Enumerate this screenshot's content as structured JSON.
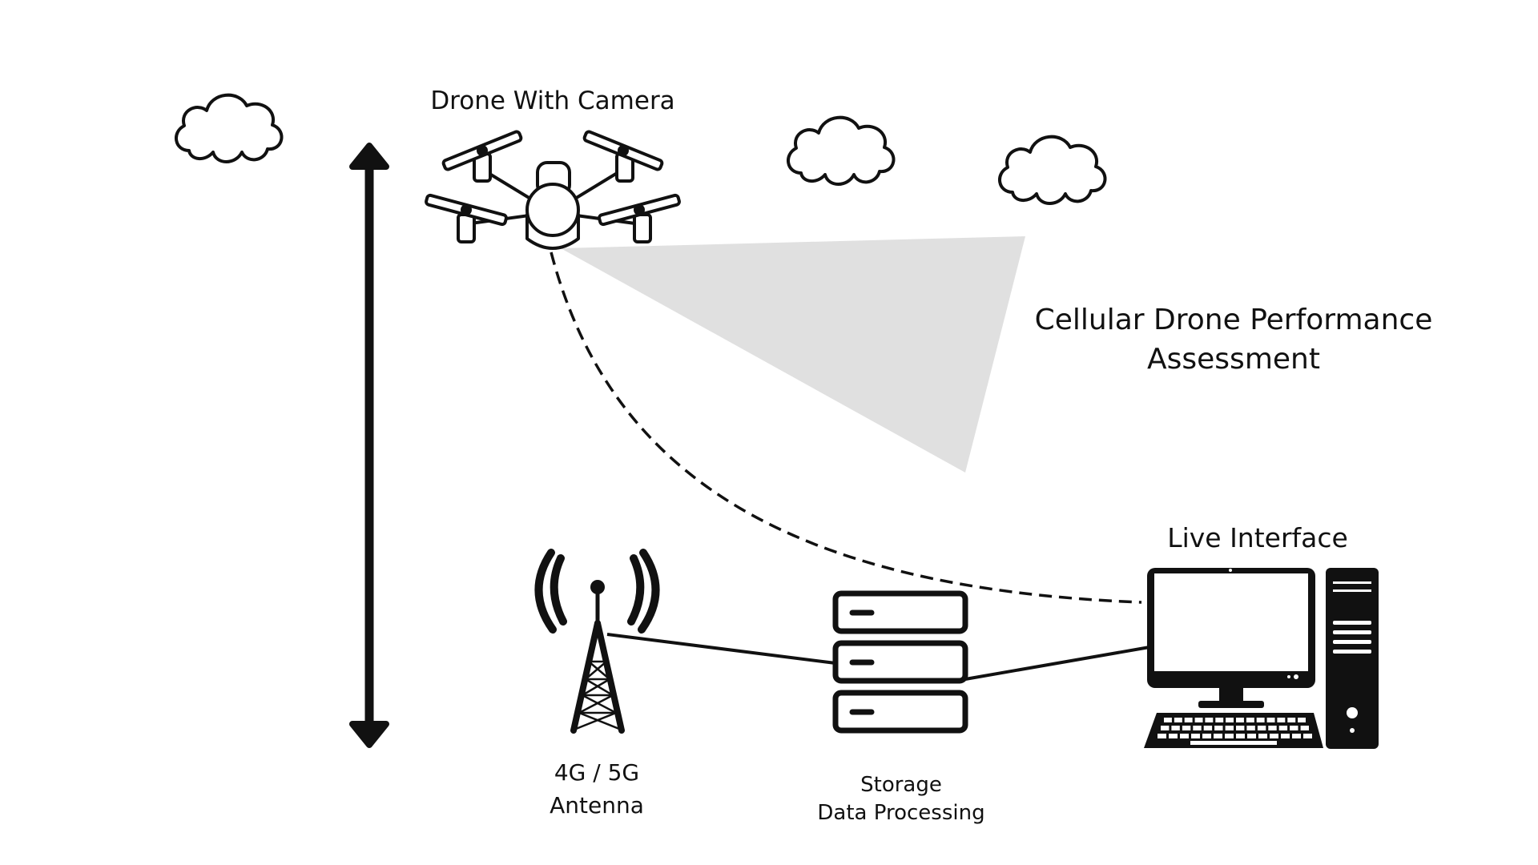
{
  "labels": {
    "drone": "Drone With Camera",
    "title_line1": "Cellular Drone Performance",
    "title_line2": "Assessment",
    "live_interface": "Live Interface",
    "antenna_line1": "4G / 5G",
    "antenna_line2": "Antenna",
    "storage_line1": "Storage",
    "storage_line2": "Data Processing"
  },
  "icons": {
    "cloud": "cloud-icon",
    "drone": "quadcopter-drone-icon",
    "antenna": "cell-tower-antenna-icon",
    "server": "server-stack-icon",
    "computer": "desktop-computer-icon",
    "altitude": "double-headed-arrow-icon"
  },
  "colors": {
    "stroke": "#111111",
    "camera_field": "#e0e0e0",
    "background": "#ffffff"
  }
}
